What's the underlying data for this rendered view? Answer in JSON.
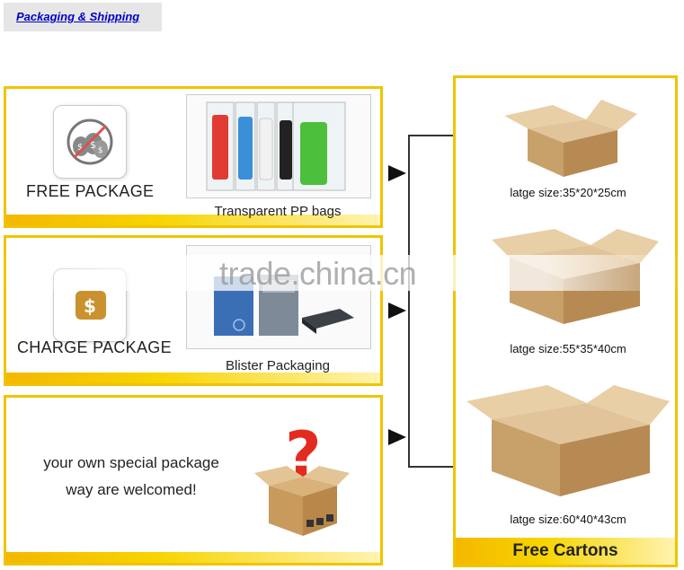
{
  "tab": {
    "label": "Packaging & Shipping"
  },
  "free_package": {
    "label": "FREE PACKAGE",
    "caption": "Transparent PP bags",
    "icon": "money-bags-crossed-icon"
  },
  "charge_package": {
    "label": "CHARGE PACKAGE",
    "caption": "Blister Packaging",
    "icon": "dollar-bag-icon"
  },
  "own_package": {
    "line1": "your own special package",
    "line2": "way are welcomed!",
    "icon": "question-mark-box-icon"
  },
  "cartons": {
    "title": "Free Cartons",
    "sizes": [
      "latge size:35*20*25cm",
      "latge size:55*35*40cm",
      "latge size:60*40*43cm"
    ]
  },
  "watermark": {
    "text": "trade.china.cn"
  },
  "colors": {
    "accent": "#f0c400",
    "link": "#0000cc"
  }
}
